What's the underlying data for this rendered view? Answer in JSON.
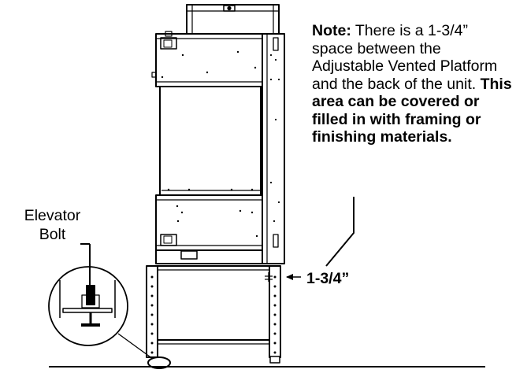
{
  "note": {
    "lead": "Note:",
    "text": " There is a 1-3/4” space between the Adjustable Vented Platform and the back of the unit. ",
    "emphasis": "This area can be covered or filled in with framing or finishing materials."
  },
  "labels": {
    "elevator_line1": "Elevator",
    "elevator_line2": "Bolt",
    "dimension": "1-3/4”"
  }
}
